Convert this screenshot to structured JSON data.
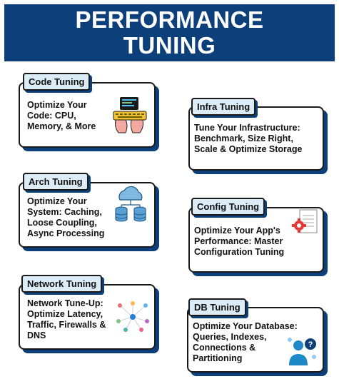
{
  "header": {
    "title_line1": "PERFORMANCE",
    "title_line2": "TUNING"
  },
  "colors": {
    "navy": "#0d3f7a",
    "tag_bg": "#dcecf7",
    "accent_red": "#e53935",
    "accent_blue": "#2a7fd4"
  },
  "cards": {
    "code": {
      "title": "Code Tuning",
      "lines": [
        "Optimize Your",
        "Code: CPU,",
        "Memory, & More"
      ],
      "icon": "hands-keyboard-icon"
    },
    "infra": {
      "title": "Infra Tuning",
      "lines": [
        "Tune Your Infrastructure:",
        "Benchmark, Size Right,",
        "Scale & Optimize Storage"
      ]
    },
    "arch": {
      "title": "Arch Tuning",
      "lines": [
        "Optimize Your",
        "System: Caching,",
        "Loose Coupling,",
        "Async Processing"
      ],
      "icon": "cloud-database-icon"
    },
    "config": {
      "title": "Config Tuning",
      "lines": [
        "Optimize Your App's",
        "Performance: Master",
        "Configuration Tuning"
      ],
      "icon": "gear-document-icon"
    },
    "network": {
      "title": "Network Tuning",
      "lines": [
        "Network Tune-Up:",
        "Optimize Latency,",
        "Traffic, Firewalls &",
        "DNS"
      ],
      "icon": "people-network-icon"
    },
    "db": {
      "title": "DB Tuning",
      "lines": [
        "Optimize Your Database:",
        "Queries, Indexes,",
        "Connections &",
        "Partitioning"
      ],
      "icon": "person-question-icon"
    }
  }
}
